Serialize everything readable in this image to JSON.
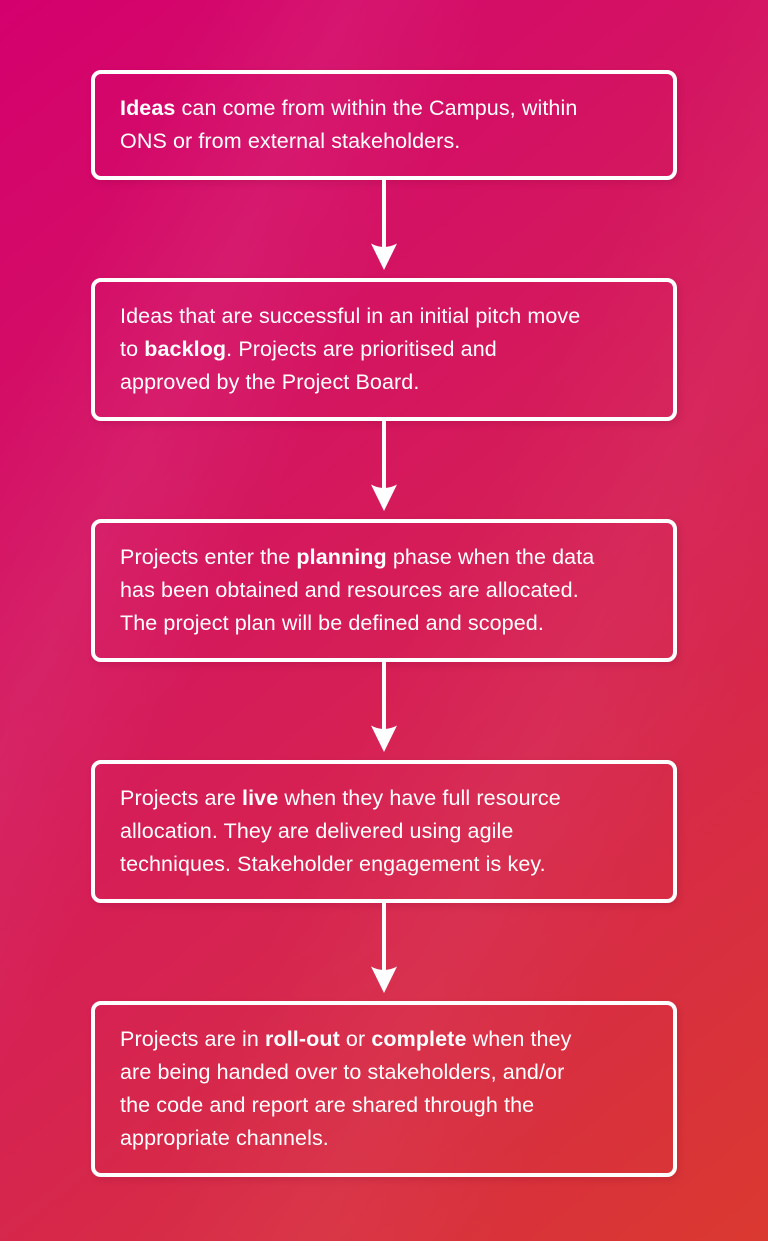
{
  "page": {
    "kind": "flowchart",
    "background_gradient_from": "#d4006e",
    "background_gradient_to": "#da3930",
    "box_border_color": "#ffffff",
    "text_color": "#ffffff",
    "connector_icon": "arrow-down-icon"
  },
  "flow": {
    "steps": [
      {
        "id": "ideas",
        "segments": [
          {
            "t": "Ideas",
            "b": true
          },
          {
            "t": " can come from within the Campus, within\nONS or from external stakeholders."
          }
        ]
      },
      {
        "id": "backlog",
        "segments": [
          {
            "t": "Ideas that are successful in an initial pitch move\nto "
          },
          {
            "t": "backlog",
            "b": true
          },
          {
            "t": ". Projects are prioritised and\napproved by the Project Board."
          }
        ]
      },
      {
        "id": "planning",
        "segments": [
          {
            "t": "Projects enter the "
          },
          {
            "t": "planning",
            "b": true
          },
          {
            "t": " phase when the data\nhas been obtained and resources are allocated.\nThe project plan will be defined and scoped."
          }
        ]
      },
      {
        "id": "live",
        "segments": [
          {
            "t": "Projects are "
          },
          {
            "t": "live",
            "b": true
          },
          {
            "t": " when they have full resource\nallocation. They are delivered using agile\ntechniques. Stakeholder engagement is key."
          }
        ]
      },
      {
        "id": "rollout-complete",
        "segments": [
          {
            "t": "Projects are in "
          },
          {
            "t": "roll-out",
            "b": true
          },
          {
            "t": " or "
          },
          {
            "t": "complete",
            "b": true
          },
          {
            "t": " when they\nare being handed over to stakeholders, and/or\nthe code and report are shared through the\nappropriate channels."
          }
        ]
      }
    ]
  }
}
